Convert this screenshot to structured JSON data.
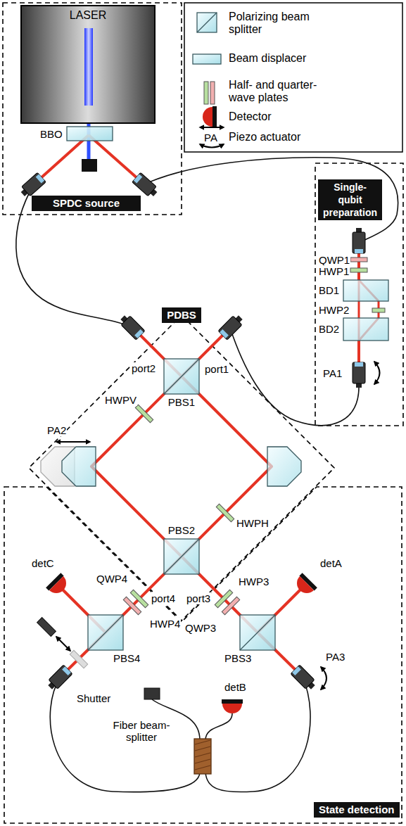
{
  "diagram": {
    "nodes": [
      {
        "text": [
          "LASER"
        ]
      },
      {
        "text": [
          "SPDC source"
        ]
      },
      {
        "text": [
          "Single-qubit preparation"
        ]
      },
      {
        "text": [
          "PDBS"
        ]
      },
      {
        "text": [
          "State detection"
        ]
      }
    ],
    "labels": [
      "BBO",
      "PA",
      "QWP1",
      "HWP1",
      "BD1",
      "HWP2",
      "BD2",
      "PA1",
      "port2",
      "port1",
      "PBS1",
      "HWPV",
      "PA2",
      "HWPH",
      "PBS2",
      "port4",
      "port3",
      "detC",
      "QWP4",
      "HWP4",
      "PBS4",
      "HWP3",
      "QWP3",
      "PBS3",
      "detA",
      "PA3",
      "Shutter",
      "Fiber beam-splitter",
      "detB"
    ],
    "legend": [
      {
        "text": "Polarizing beam splitter"
      },
      {
        "text": "Beam displacer"
      },
      {
        "text": "Half- and quarter-wave plates"
      },
      {
        "text": "Detector"
      },
      {
        "text": "Piezo actuator"
      }
    ]
  }
}
